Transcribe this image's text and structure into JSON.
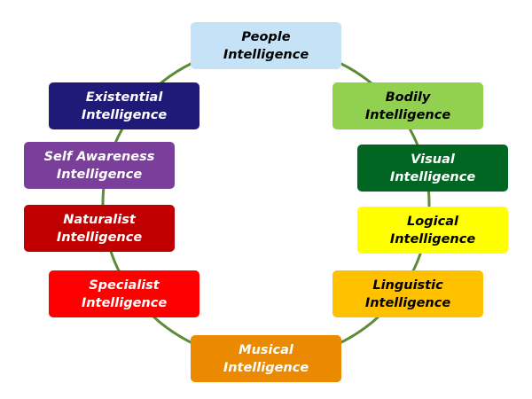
{
  "ring_color": "#5b8c37",
  "nodes": [
    {
      "id": "people",
      "line1": "People",
      "line2": "Intelligence",
      "bg": "#c6e2f7",
      "fg": "#000000"
    },
    {
      "id": "existential",
      "line1": "Existential",
      "line2": "Intelligence",
      "bg": "#1f1a78",
      "fg": "#ffffff"
    },
    {
      "id": "bodily",
      "line1": "Bodily",
      "line2": "Intelligence",
      "bg": "#92d050",
      "fg": "#000000"
    },
    {
      "id": "self-awareness",
      "line1": "Self Awareness",
      "line2": "Intelligence",
      "bg": "#7a3f9a",
      "fg": "#ffffff"
    },
    {
      "id": "visual",
      "line1": "Visual",
      "line2": "Intelligence",
      "bg": "#006622",
      "fg": "#ffffff"
    },
    {
      "id": "naturalist",
      "line1": "Naturalist",
      "line2": "Intelligence",
      "bg": "#c00000",
      "fg": "#ffffff"
    },
    {
      "id": "logical",
      "line1": "Logical",
      "line2": "Intelligence",
      "bg": "#ffff00",
      "fg": "#000000"
    },
    {
      "id": "specialist",
      "line1": "Specialist",
      "line2": "Intelligence",
      "bg": "#ff0000",
      "fg": "#ffffff"
    },
    {
      "id": "linguistic",
      "line1": "Linguistic",
      "line2": "Intelligence",
      "bg": "#ffc000",
      "fg": "#000000"
    },
    {
      "id": "musical",
      "line1": "Musical",
      "line2": "Intelligence",
      "bg": "#eb8a00",
      "fg": "#ffffff"
    }
  ]
}
